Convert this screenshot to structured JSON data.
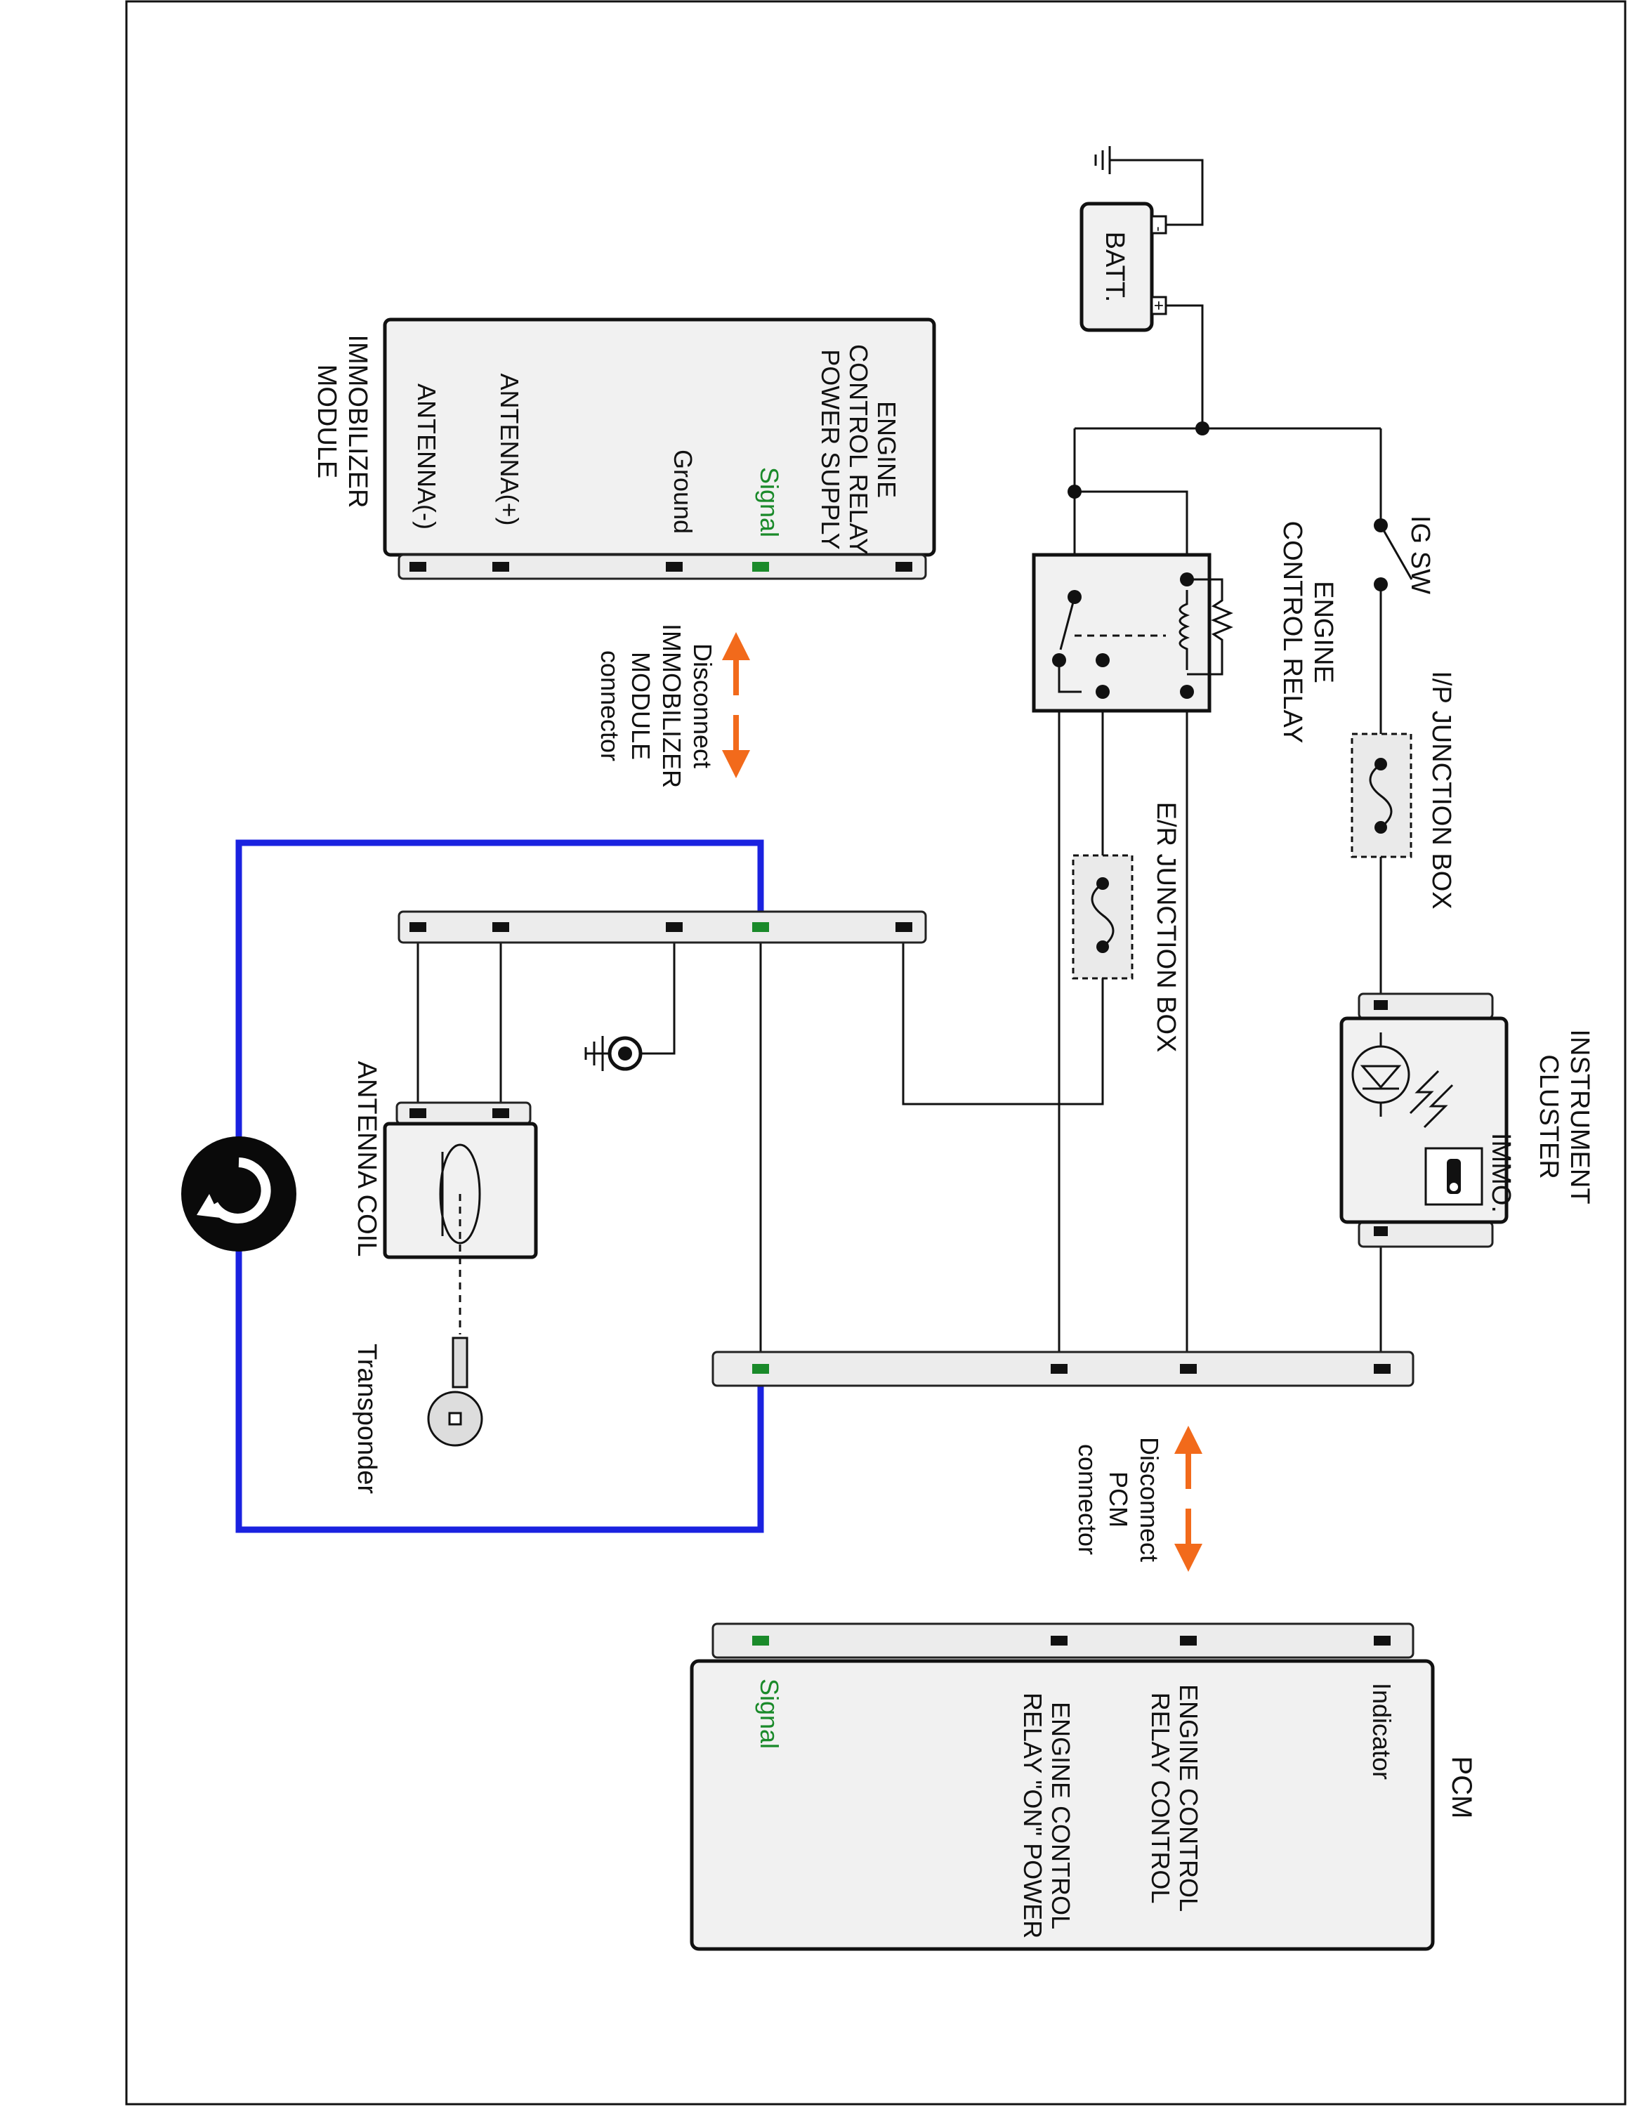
{
  "labels": {
    "batt": "BATT.",
    "ig_sw": "IG SW",
    "engine_control_relay": "ENGINE\nCONTROL RELAY",
    "ip_junction_box": "I/P JUNCTION BOX",
    "er_junction_box": "E/R JUNCTION BOX",
    "instrument_cluster": "INSTRUMENT\nCLUSTER",
    "immo": "IMMO.",
    "immobilizer_module": "IMMOBILIZER\nMODULE",
    "antenna_coil": "ANTENNA COIL",
    "transponder": "Transponder",
    "pcm": "PCM",
    "disconnect_immobilizer": "Disconnect\nIMMOBILIZER\nMODULE\nconnector",
    "disconnect_pcm": "Disconnect\nPCM\nconnector"
  },
  "immobilizer_pins": [
    {
      "label": "ENGINE\nCONTROL RELAY\nPOWER SUPPLY",
      "highlight": false
    },
    {
      "label": "Signal",
      "highlight": true
    },
    {
      "label": "Ground",
      "highlight": false
    },
    {
      "label": "ANTENNA(+)",
      "highlight": false
    },
    {
      "label": "ANTENNA(-)",
      "highlight": false
    }
  ],
  "pcm_pins": [
    {
      "label": "Indicator",
      "highlight": false
    },
    {
      "label": "ENGINE CONTROL\nRELAY CONTROL",
      "highlight": false
    },
    {
      "label": "ENGINE CONTROL\nRELAY \"ON\" POWER",
      "highlight": false
    },
    {
      "label": "Signal",
      "highlight": true
    }
  ],
  "colors": {
    "signal_green": "#1a8a2a",
    "loop_blue": "#1a22e0",
    "arrow_orange": "#f26a1b",
    "wire": "#111111"
  },
  "icons": [
    "loop-test-icon",
    "ground-icon",
    "key-icon",
    "led-icon",
    "fuse-icon",
    "switch-icon",
    "resistor-icon",
    "coil-icon"
  ]
}
